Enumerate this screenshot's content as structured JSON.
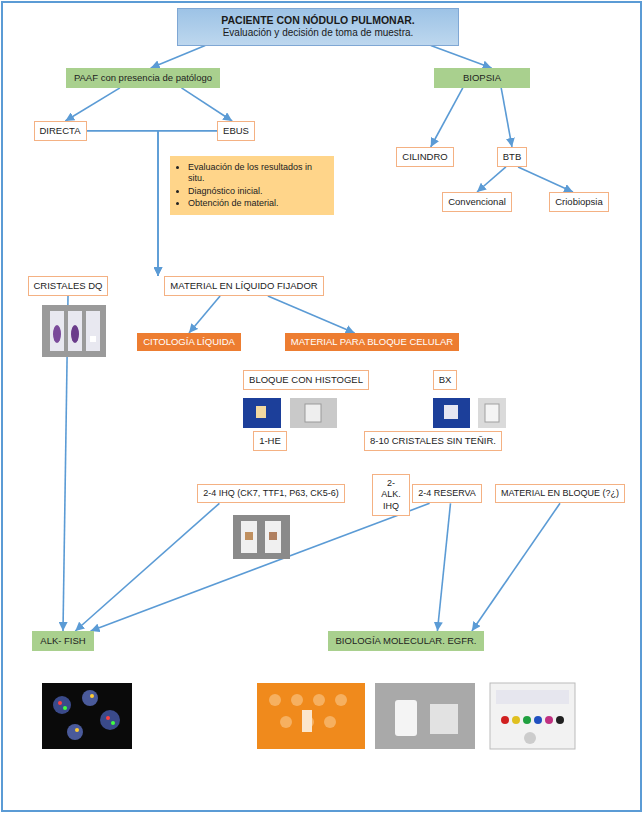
{
  "diagram": {
    "nodes": [
      {
        "text": [
          "PACIENTE CON NÓDULO PULMONAR.",
          "Evaluación y decisión de toma de muestra."
        ]
      },
      {
        "text": [
          "PAAF con presencia de patólogo"
        ]
      },
      {
        "text": [
          "BIOPSIA"
        ]
      },
      {
        "text": [
          "DIRECTA"
        ]
      },
      {
        "text": [
          "EBUS"
        ]
      },
      {
        "text": [
          "CILINDRO"
        ]
      },
      {
        "text": [
          "BTB"
        ]
      },
      {
        "text": [
          "Evaluación de los resultados in situ.",
          "Diagnóstico inicial.",
          "Obtención de material."
        ]
      },
      {
        "text": [
          "Convencional"
        ]
      },
      {
        "text": [
          "Criobiopsia"
        ]
      },
      {
        "text": [
          "CRISTALES DQ"
        ]
      },
      {
        "text": [
          "MATERIAL EN LÍQUIDO FIJADOR"
        ]
      },
      {
        "text": [
          "CITOLOGÍA LÍQUIDA"
        ]
      },
      {
        "text": [
          "MATERIAL PARA BLOQUE CELULAR"
        ]
      },
      {
        "text": [
          "BLOQUE CON HISTOGEL"
        ]
      },
      {
        "text": [
          "BX"
        ]
      },
      {
        "text": [
          "1-HE"
        ]
      },
      {
        "text": [
          "8-10 CRISTALES SIN TEÑIR."
        ]
      },
      {
        "text": [
          "2-4 IHQ (CK7, TTF1, P63, CK5-6)"
        ]
      },
      {
        "text": [
          "2-ALK. IHQ"
        ]
      },
      {
        "text": [
          "2-4 RESERVA"
        ]
      },
      {
        "text": [
          "MATERIAL EN BLOQUE (?¿)"
        ]
      },
      {
        "text": [
          "ALK- FISH"
        ]
      },
      {
        "text": [
          "BIOLOGÍA MOLECULAR. EGFR."
        ]
      }
    ],
    "edges": [
      {
        "from": 0,
        "to": 1,
        "arrow": "to"
      },
      {
        "from": 0,
        "to": 2,
        "arrow": "to"
      },
      {
        "from": 1,
        "to": 3,
        "arrow": "to"
      },
      {
        "from": 1,
        "to": 4,
        "arrow": "to"
      },
      {
        "from": 2,
        "to": 5,
        "arrow": "to"
      },
      {
        "from": 2,
        "to": 6,
        "arrow": "to"
      },
      {
        "from": 6,
        "to": 8,
        "arrow": "to"
      },
      {
        "from": 6,
        "to": 9,
        "arrow": "to"
      },
      {
        "from": 3,
        "to": 11,
        "arrow": "to"
      },
      {
        "from": 4,
        "to": 11,
        "arrow": "to"
      },
      {
        "from": 10,
        "to": 22,
        "arrow": "to"
      },
      {
        "from": 11,
        "to": 12,
        "arrow": "to"
      },
      {
        "from": 11,
        "to": 13,
        "arrow": "to"
      },
      {
        "from": 18,
        "to": 22,
        "arrow": "to"
      },
      {
        "from": 20,
        "to": 22,
        "arrow": "to"
      },
      {
        "from": 20,
        "to": 23,
        "arrow": "to"
      },
      {
        "from": 21,
        "to": 23,
        "arrow": "to"
      }
    ]
  }
}
